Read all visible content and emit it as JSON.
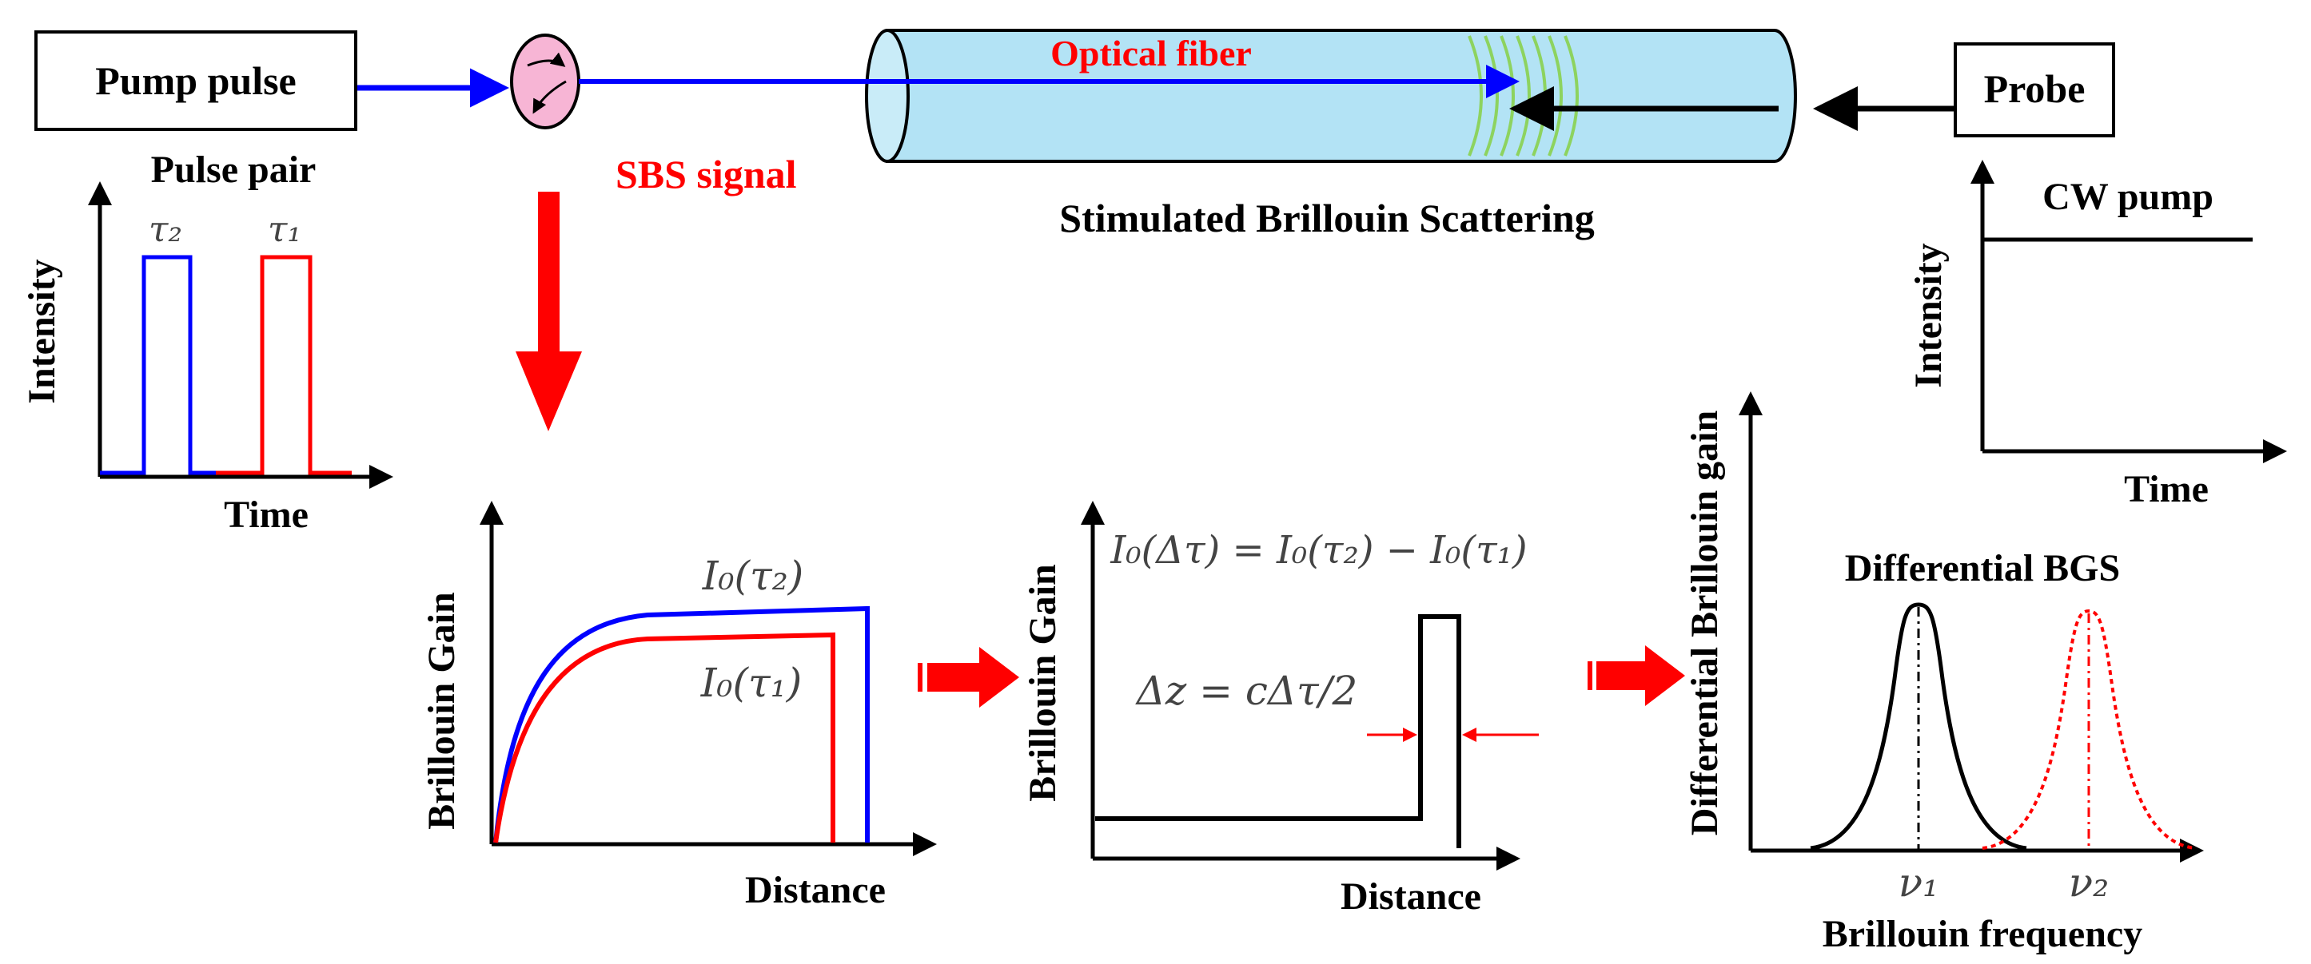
{
  "labels": {
    "pump_pulse": "Pump  pulse",
    "optical_fiber": "Optical fiber",
    "probe": "Probe",
    "sbs_signal": "SBS signal",
    "sbs_title": "Stimulated  Brillouin  Scattering",
    "pulse_pair": "Pulse pair",
    "intensity": "Intensity",
    "time": "Time",
    "cw_pump": "CW pump",
    "brillouin_gain": "Brillouin Gain",
    "distance": "Distance",
    "diff_brillouin_gain": "Differential Brillouin gain",
    "differential_bgs": "Differential BGS",
    "brillouin_frequency": "Brillouin frequency"
  },
  "math": {
    "tau2_label": "τ₂",
    "tau1_label": "τ₁",
    "i0_tau2": "I₀(τ₂)",
    "i0_tau1": "I₀(τ₁)",
    "i0_dtau_eq": "I₀(Δτ) = I₀(τ₂) − I₀(τ₁)",
    "delta_z_eq": "Δz = cΔτ/2",
    "nu1": "ν₁",
    "nu2": "ν₂"
  },
  "colors": {
    "pulse_tau2": "#0000ff",
    "pulse_tau1": "#ff0000",
    "fiber_fill": "#b3e3f5",
    "circulator_fill": "#f7b5d5",
    "scatter_waves": "#8dd35f",
    "sbs_arrow": "#ff0000"
  },
  "icons": {
    "circulator": "circulator-icon",
    "scatter": "acoustic-wave-icon"
  }
}
